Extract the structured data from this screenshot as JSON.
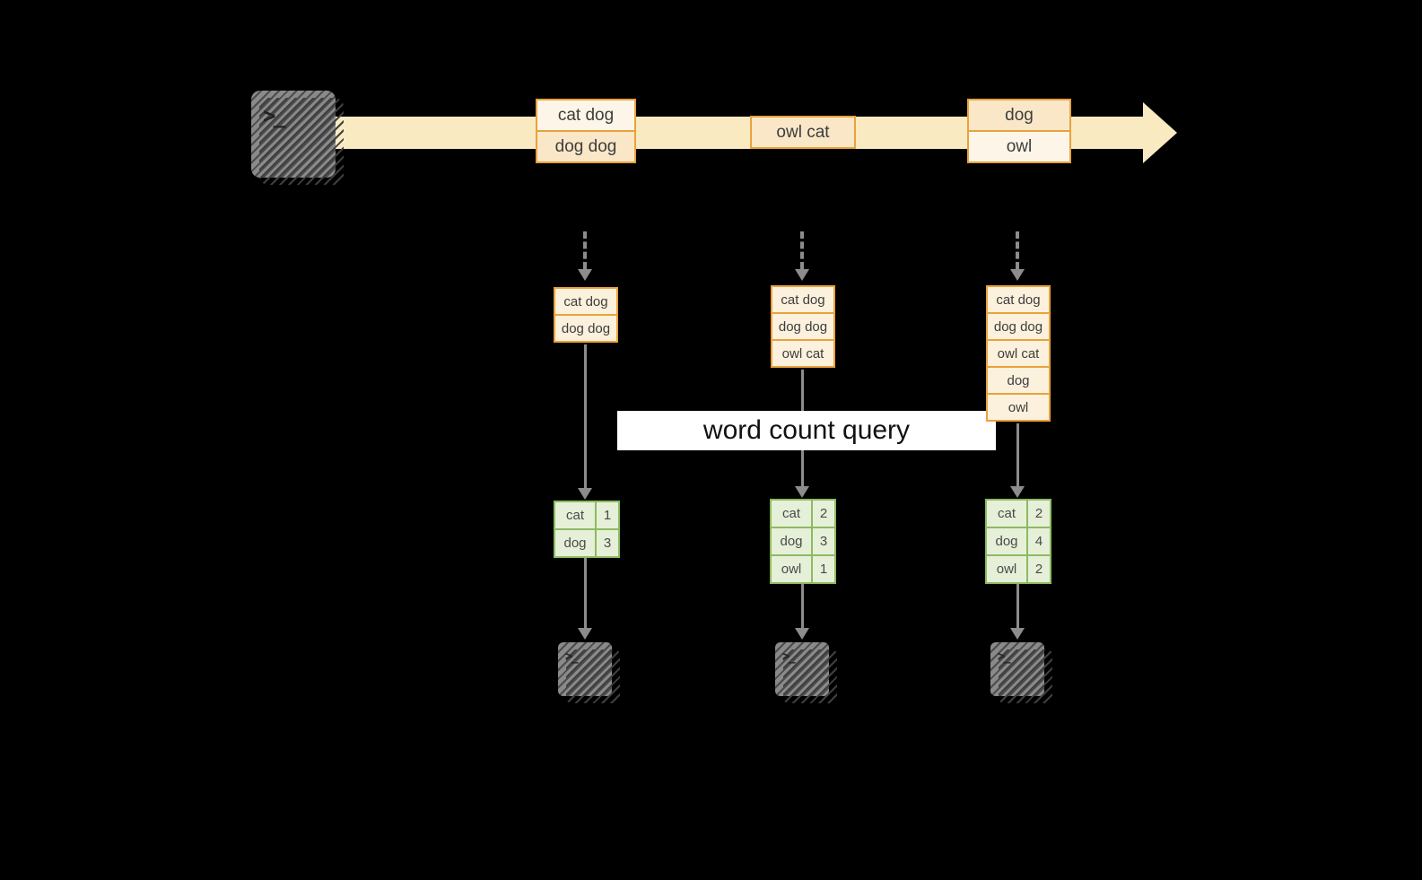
{
  "colors": {
    "background": "#000000",
    "stream-fill": "#FAEAC2",
    "event-border": "#E9A23B",
    "event-fill-light": "#FDF6E8",
    "event-fill-cream": "#FAE7C8",
    "accum-fill": "#FCF1DC",
    "result-border": "#8CBA62",
    "result-fill": "#E6F0D8",
    "arrow": "#8C8C8C",
    "terminal-fill": "#8A8A8A",
    "banner-bg": "#FFFFFF",
    "banner-text": "#111111"
  },
  "banner": {
    "label": "word count query"
  },
  "stream": {
    "events": [
      {
        "label": "cat dog"
      },
      {
        "label": "dog dog"
      },
      {
        "label": "owl cat"
      },
      {
        "label": "dog"
      },
      {
        "label": "owl"
      }
    ]
  },
  "columns": [
    {
      "accumulated": [
        "cat dog",
        "dog dog"
      ],
      "result": [
        {
          "word": "cat",
          "count": "1"
        },
        {
          "word": "dog",
          "count": "3"
        }
      ]
    },
    {
      "accumulated": [
        "cat dog",
        "dog dog",
        "owl cat"
      ],
      "result": [
        {
          "word": "cat",
          "count": "2"
        },
        {
          "word": "dog",
          "count": "3"
        },
        {
          "word": "owl",
          "count": "1"
        }
      ]
    },
    {
      "accumulated": [
        "cat dog",
        "dog dog",
        "owl cat",
        "dog",
        "owl"
      ],
      "result": [
        {
          "word": "cat",
          "count": "2"
        },
        {
          "word": "dog",
          "count": "4"
        },
        {
          "word": "owl",
          "count": "2"
        }
      ]
    }
  ],
  "icons": {
    "terminal_prompt": ">_"
  }
}
